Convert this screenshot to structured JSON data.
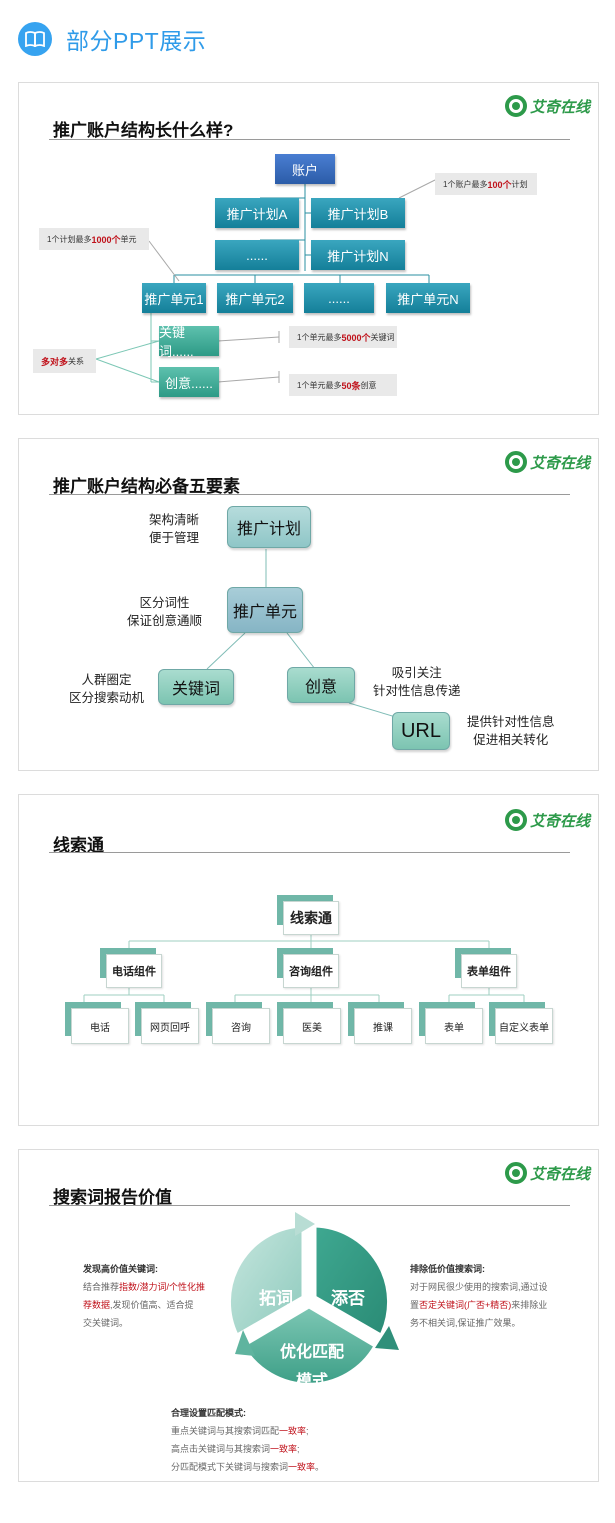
{
  "header": {
    "title": "部分PPT展示",
    "icon": "book-icon",
    "color": "#36a3f0"
  },
  "logo": {
    "text": "艾奇在线",
    "color": "#2d9a4a"
  },
  "slide1": {
    "title": "推广账户结构长什么样?",
    "account": "账户",
    "plans": [
      "推广计划A",
      "推广计划B",
      "......",
      "推广计划N"
    ],
    "units": [
      "推广单元1",
      "推广单元2",
      "......",
      "推广单元N"
    ],
    "keyword_box": "关键词......",
    "creative_box": "创意......",
    "notes": {
      "account_pre": "1个账户最多",
      "account_num": "100个",
      "account_post": "计划",
      "plan_pre": "1个计划最多",
      "plan_num": "1000个",
      "plan_post": "单元",
      "kw_pre": "1个单元最多",
      "kw_num": "5000个",
      "kw_post": "关键词",
      "cr_pre": "1个单元最多",
      "cr_num": "50条",
      "cr_post": "创意",
      "many_red": "多对多",
      "many_post": "关系"
    }
  },
  "slide2": {
    "title": "推广账户结构必备五要素",
    "plan": "推广计划",
    "unit": "推广单元",
    "keyword": "关键词",
    "creative": "创意",
    "url": "URL",
    "plan_desc": [
      "架构清晰",
      "便于管理"
    ],
    "unit_desc": [
      "区分词性",
      "保证创意通顺"
    ],
    "kw_desc": [
      "人群圈定",
      "区分搜索动机"
    ],
    "cr_desc": [
      "吸引关注",
      "针对性信息传递"
    ],
    "url_desc": [
      "提供针对性信息",
      "促进相关转化"
    ]
  },
  "slide3": {
    "title": "线索通",
    "root": "线索通",
    "groups": [
      {
        "name": "电话组件",
        "children": [
          "电话",
          "网页回呼"
        ]
      },
      {
        "name": "咨询组件",
        "children": [
          "咨询",
          "医美",
          "推课"
        ]
      },
      {
        "name": "表单组件",
        "children": [
          "表单",
          "自定义表单"
        ]
      }
    ]
  },
  "slide4": {
    "title": "搜索词报告价值",
    "cycle": [
      "拓词",
      "添否",
      "优化匹配",
      "模式"
    ],
    "left": {
      "heading": "发现高价值关键词:",
      "l1_pre": "结合推荐",
      "l1_red": "指数/潜力词/个性化推",
      "l2_red": "荐数据",
      "l2_post": ",发现价值高、适合提",
      "l3": "交关键词。"
    },
    "right": {
      "heading": "排除低价值搜索词:",
      "l1": "对于网民很少使用的搜索词,通过设",
      "l2_pre": "置",
      "l2_red": "否定关键词(广否+精否)",
      "l2_post": "来排除业",
      "l3": "务不相关词,保证推广效果。"
    },
    "bottom": {
      "heading": "合理设置匹配模式:",
      "l1_pre": "重点关键词与其搜索词匹配",
      "l1_red": "一致率",
      "l2_pre": "高点击关键词与其搜索词",
      "l2_red": "一致率",
      "l3_pre": "分匹配模式下关键词与搜索词",
      "l3_red": "一致率",
      "end1": ";",
      "end2": ";",
      "end3": "。"
    },
    "colors": {
      "light": "#a9d7cd",
      "mid": "#3fa891",
      "dark": "#2f8f7a"
    }
  }
}
